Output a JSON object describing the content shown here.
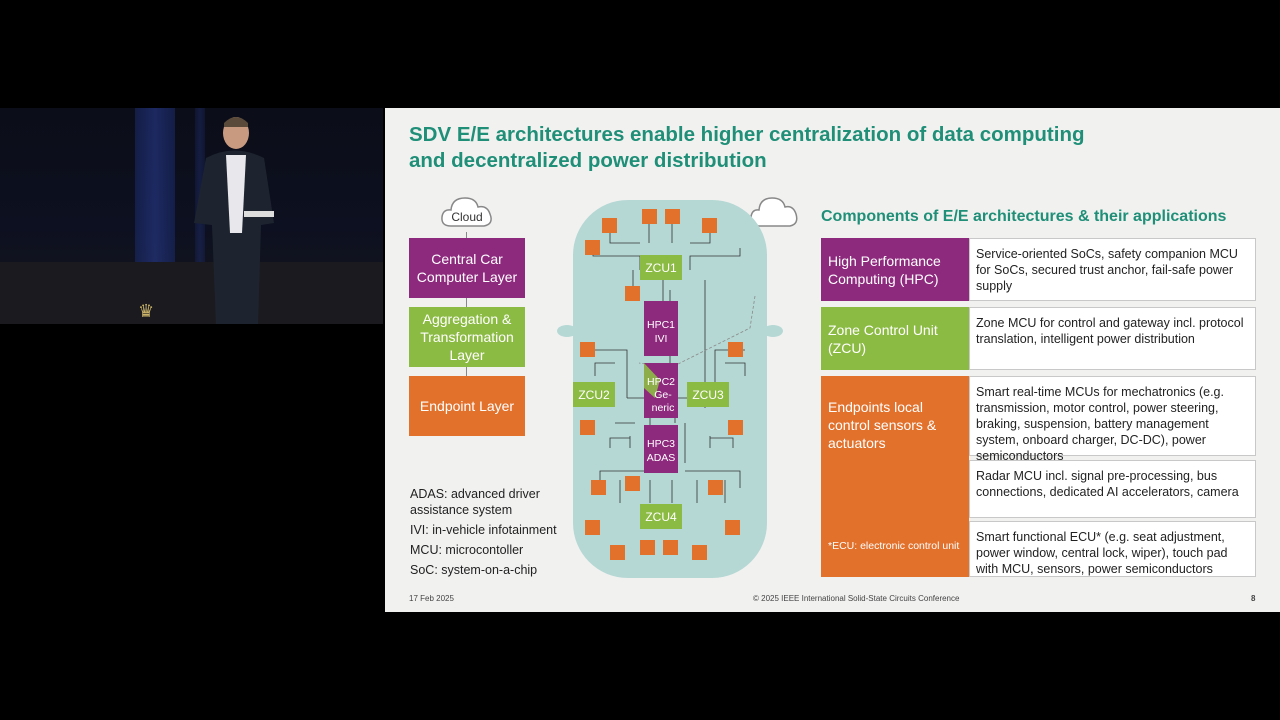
{
  "slide": {
    "title": "SDV E/E architectures enable higher centralization of data computing and decentralized power distribution",
    "layers": {
      "cloud": "Cloud",
      "central": "Central Car Computer Layer",
      "aggregation": "Aggregation & Transformation Layer",
      "endpoint": "Endpoint Layer"
    },
    "diagram": {
      "zcu1": "ZCU1",
      "zcu2": "ZCU2",
      "zcu3": "ZCU3",
      "zcu4": "ZCU4",
      "hpc1_line1": "HPC1",
      "hpc1_line2": "IVI",
      "hpc2_line1": "HPC2",
      "hpc2_line2": "Ge-",
      "hpc2_line3": "neric",
      "hpc3_line1": "HPC3",
      "hpc3_line2": "ADAS"
    },
    "abbreviations": [
      "ADAS: advanced driver assistance system",
      "IVI: in-vehicle infotainment",
      "MCU: microcontoller",
      "SoC: system-on-a-chip"
    ],
    "components": {
      "title": "Components of E/E architectures & their applications",
      "hpc_label": "High Performance Computing (HPC)",
      "hpc_desc": "Service-oriented SoCs, safety companion MCU for SoCs, secured trust anchor, fail-safe power supply",
      "zcu_label": "Zone Control Unit (ZCU)",
      "zcu_desc": "Zone MCU for control and gateway incl. protocol translation, intelligent power distribution",
      "endpoints_label": "Endpoints local control sensors & actuators",
      "ecu_note": "*ECU: electronic control unit",
      "endpoints_desc1": "Smart real-time MCUs for mechatronics (e.g. transmission, motor control, power steering, braking, suspension, battery management system, onboard charger, DC-DC), power semiconductors",
      "endpoints_desc2": "Radar MCU incl. signal pre-processing, bus connections, dedicated AI accelerators, camera",
      "endpoints_desc3": "Smart functional ECU* (e.g. seat adjustment, power window, central lock, wiper), touch pad with MCU, sensors, power semiconductors"
    },
    "footer": {
      "date": "17 Feb 2025",
      "conference": "© 2025 IEEE International Solid-State Circuits Conference",
      "page": "8"
    },
    "colors": {
      "title_green": "#1f8f78",
      "hpc_purple": "#8e2a7e",
      "zcu_green": "#8cbb44",
      "endpoint_orange": "#e2712c",
      "car_teal": "#b5d8d4"
    }
  }
}
